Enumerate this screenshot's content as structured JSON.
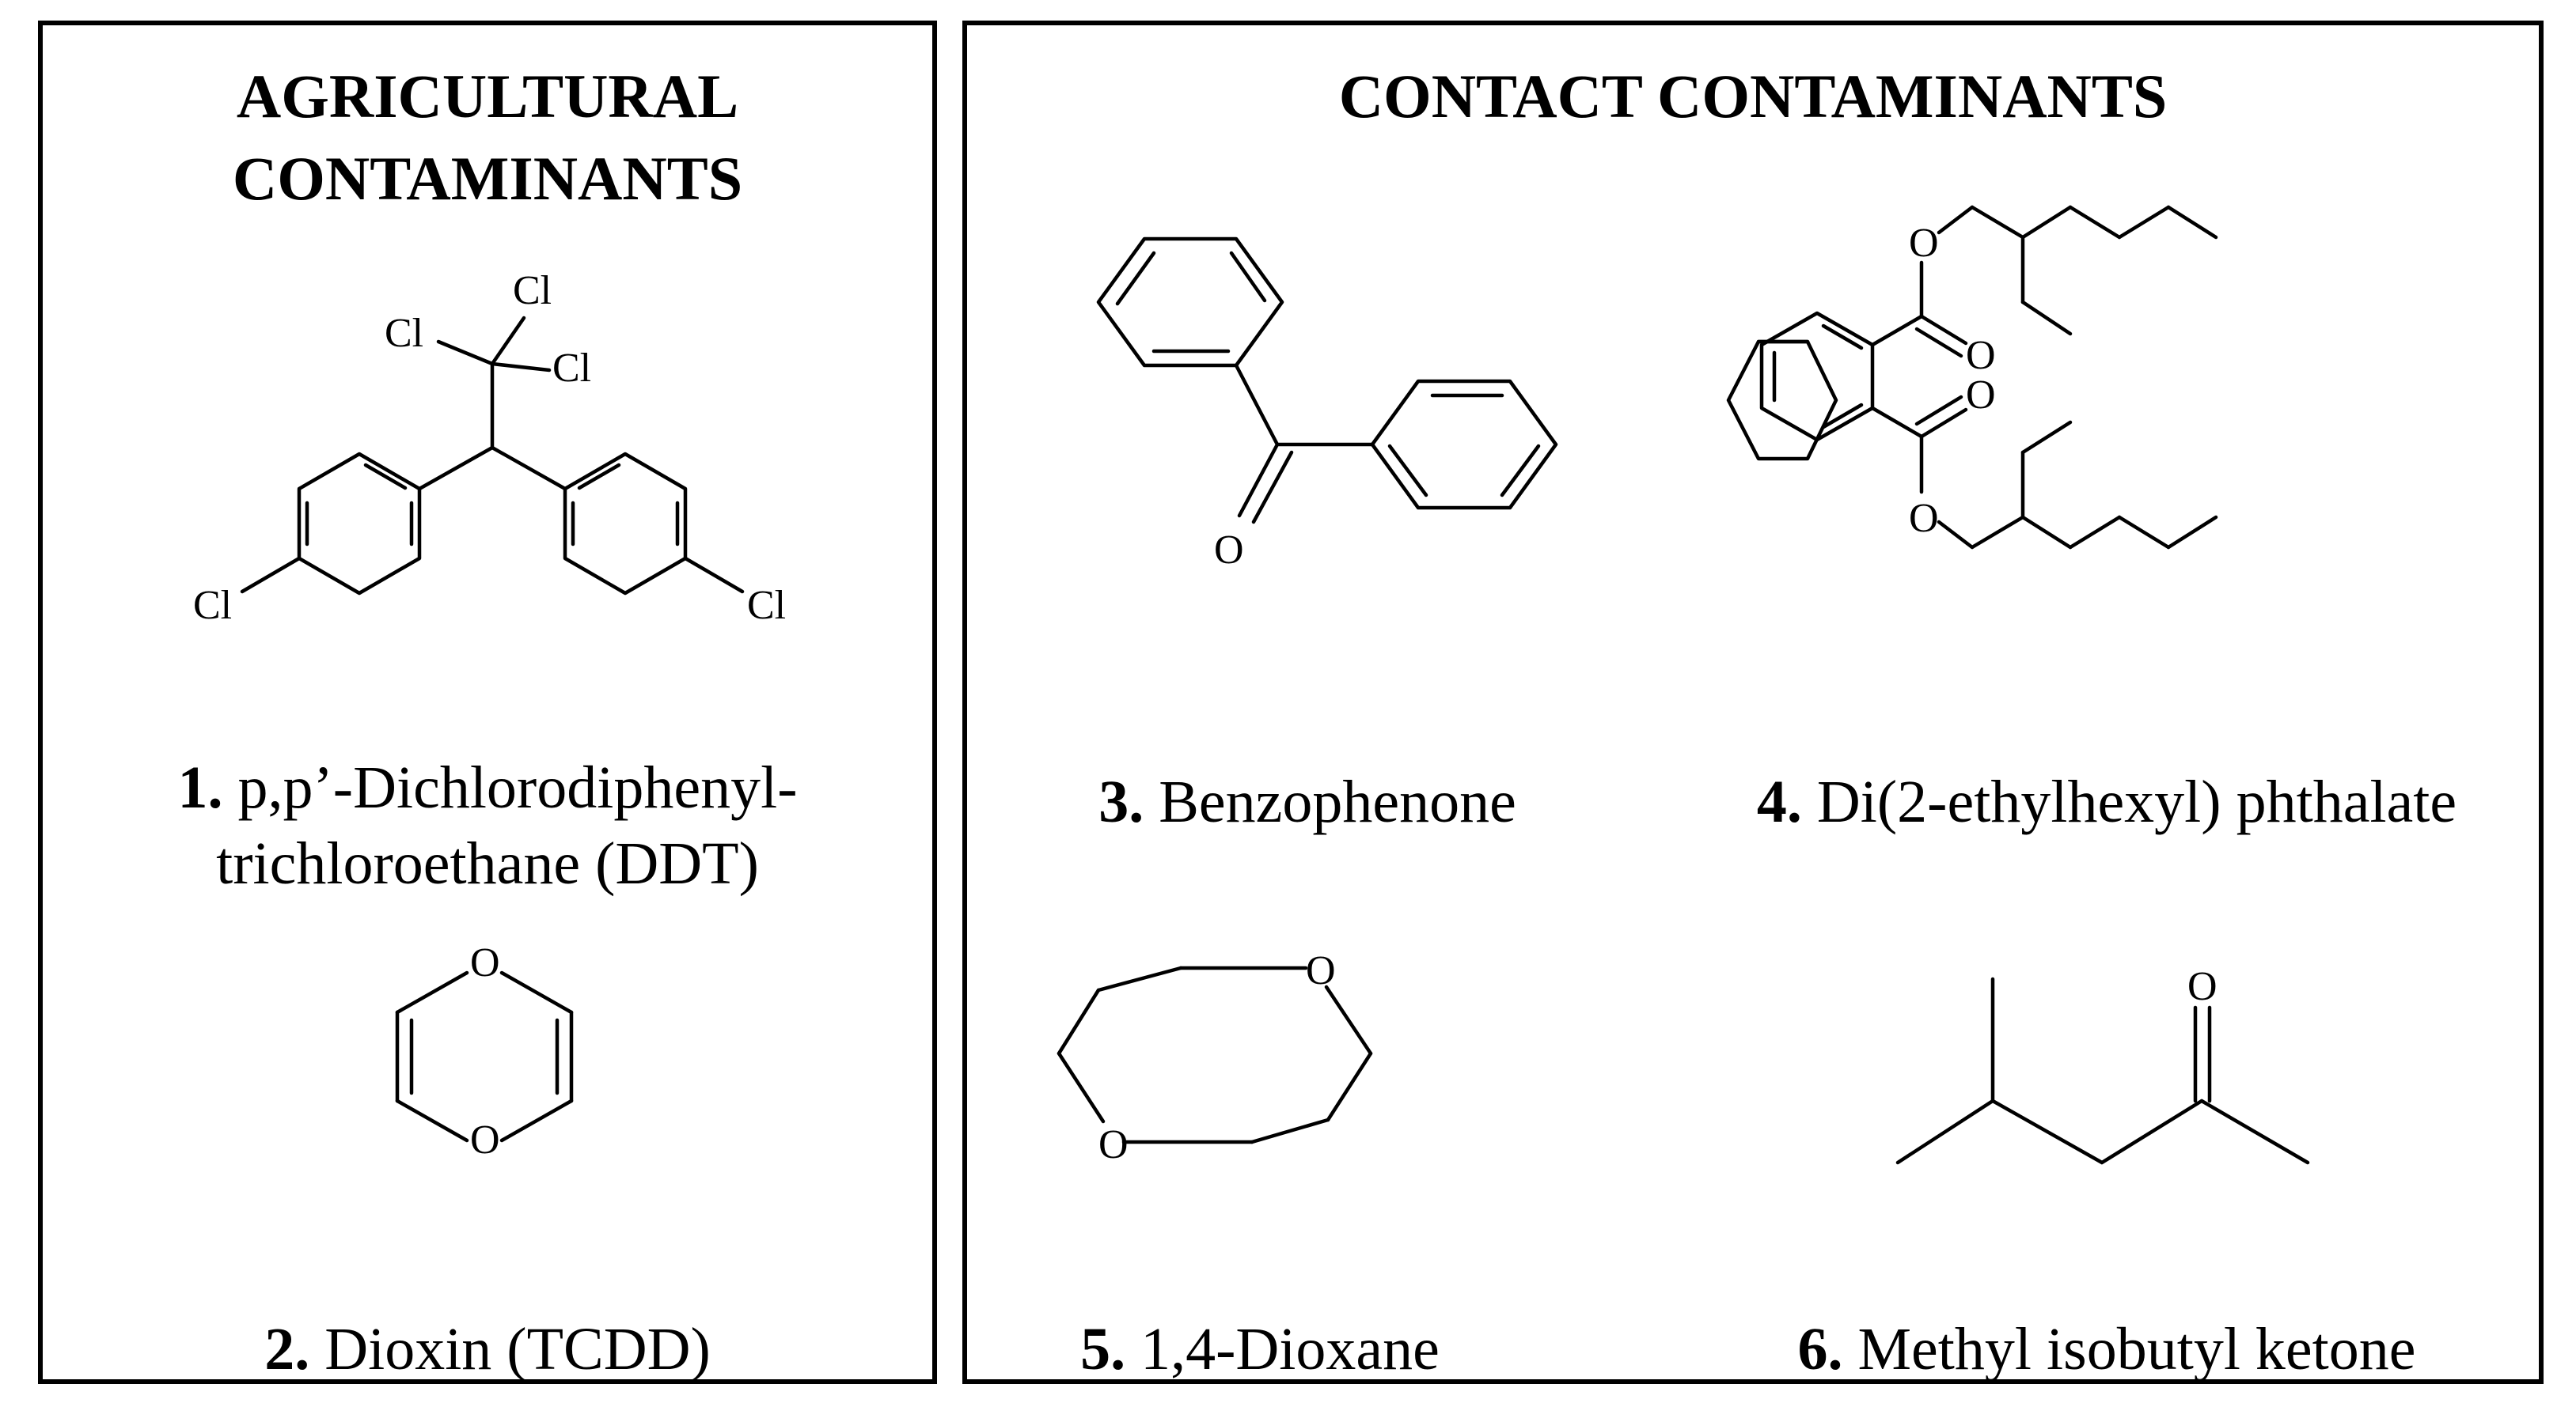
{
  "panels": {
    "agricultural": {
      "title_line1": "AGRICULTURAL",
      "title_line2": "CONTAMINANTS",
      "compounds": [
        {
          "number": "1.",
          "name_line1": "p,p’-Dichlorodiphenyl-",
          "name_line2": "trichloroethane (DDT)"
        },
        {
          "number": "2.",
          "name": "Dioxin (TCDD)"
        }
      ]
    },
    "contact": {
      "title": "CONTACT CONTAMINANTS",
      "compounds": [
        {
          "number": "3.",
          "name": "Benzophenone"
        },
        {
          "number": "4.",
          "name": "Di(2-ethylhexyl) phthalate"
        },
        {
          "number": "5.",
          "name": "1,4-Dioxane"
        },
        {
          "number": "6.",
          "name": "Methyl isobutyl ketone"
        }
      ]
    }
  },
  "atom_labels": {
    "chlorine": "Cl",
    "oxygen": "O"
  }
}
